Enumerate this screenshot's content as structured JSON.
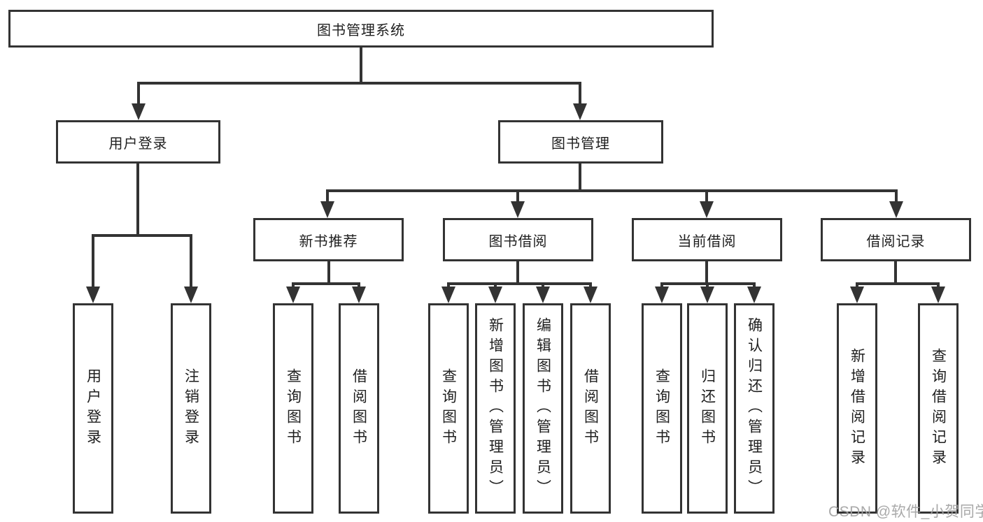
{
  "page": {
    "watermark": "CSDN @软件_小贺同学"
  },
  "colors": {
    "line": "#333333",
    "box_border": "#333333",
    "text": "#1f1f1f",
    "watermark": "#a2a2a2",
    "background": "#ffffff"
  },
  "tree": {
    "root": "图书管理系统",
    "branches": [
      {
        "label": "用户登录",
        "leaves": [
          "用户登录",
          "注销登录"
        ]
      },
      {
        "label": "图书管理",
        "groups": [
          {
            "label": "新书推荐",
            "leaves": [
              "查询图书",
              "借阅图书"
            ]
          },
          {
            "label": "图书借阅",
            "leaves": [
              "查询图书",
              "新增图书（管理员）",
              "编辑图书（管理员）",
              "借阅图书"
            ]
          },
          {
            "label": "当前借阅",
            "leaves": [
              "查询图书",
              "归还图书",
              "确认归还（管理员）"
            ]
          },
          {
            "label": "借阅记录",
            "leaves": [
              "新增借阅记录",
              "查询借阅记录"
            ]
          }
        ]
      }
    ]
  }
}
